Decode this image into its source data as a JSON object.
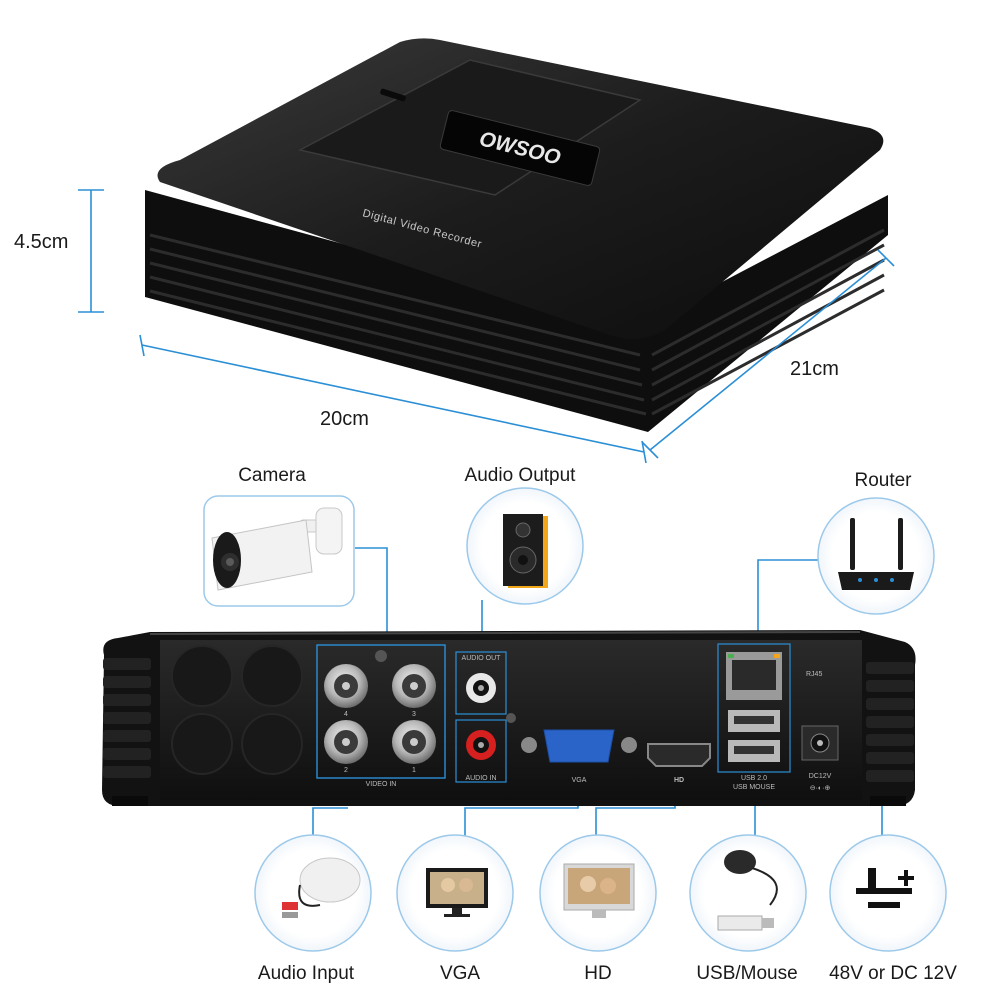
{
  "product": {
    "brand": "OWSOO",
    "subtitle": "Digital Video Recorder"
  },
  "dimensions": {
    "height": "4.5cm",
    "width": "20cm",
    "depth": "21cm"
  },
  "rear_panel": {
    "video_in": "VIDEO IN",
    "audio_out": "AUDIO OUT",
    "audio_in": "AUDIO IN",
    "vga": "VGA",
    "hd": "HD",
    "rj45": "RJ45",
    "usb_top": "USB 2.0",
    "usb_bottom": "USB MOUSE",
    "dc": "DC12V",
    "ch_numbers": [
      "4",
      "3",
      "2",
      "1"
    ]
  },
  "devices": {
    "camera": "Camera",
    "audio_output": "Audio Output",
    "router": "Router",
    "audio_input": "Audio Input",
    "vga": "VGA",
    "hd": "HD",
    "usb_mouse": "USB/Mouse",
    "power": "48V or DC 12V"
  },
  "colors": {
    "accent": "#2b8fd6",
    "device_body": "#141414",
    "speaker_accent": "#f2a71b",
    "vga_blue": "#2a64c8"
  }
}
